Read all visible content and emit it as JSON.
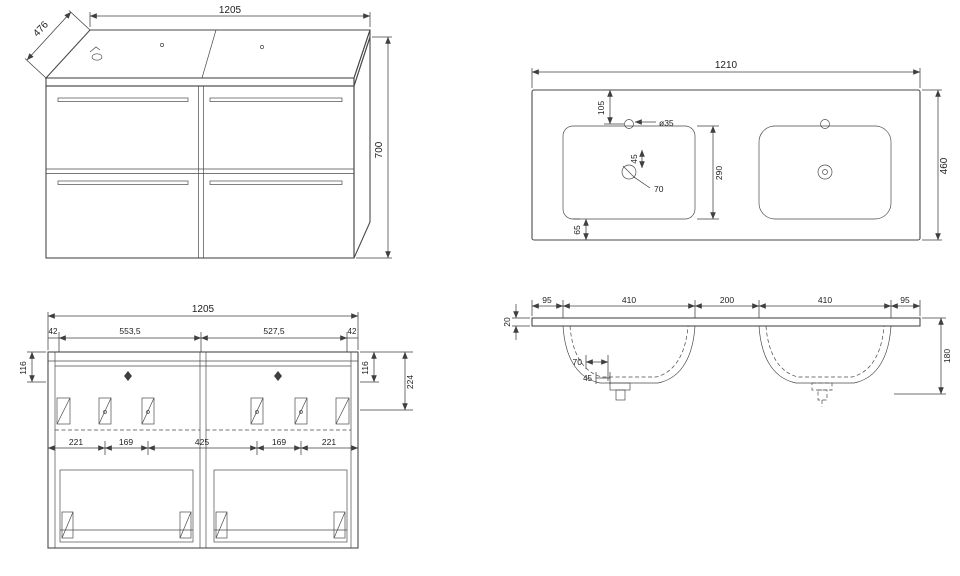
{
  "drawing": {
    "background": "#ffffff",
    "line_color": "#4a4a4a",
    "text_color": "#1d1d1d"
  },
  "perspective_view": {
    "width": "1205",
    "depth": "476",
    "height": "700"
  },
  "top_view": {
    "width": "1210",
    "depth": "460",
    "faucet_offset": "105",
    "faucet_hole_diameter": "ø35",
    "drain_offset": "45",
    "drain_diameter": "70",
    "basin_length": "290",
    "basin_bottom_margin": "65"
  },
  "front_view": {
    "width": "1205",
    "top_row": [
      "42",
      "553,5",
      "527,5",
      "42"
    ],
    "side_height_left": "116",
    "side_height_right": "116",
    "bracket_height": "224",
    "bottom_row": [
      "221",
      "169",
      "425",
      "169",
      "221"
    ]
  },
  "section_view": {
    "top_row": [
      "95",
      "410",
      "200",
      "410",
      "95"
    ],
    "counter_thickness": "20",
    "basin_height": "180",
    "drain_offset": "70",
    "drain_width": "45"
  }
}
